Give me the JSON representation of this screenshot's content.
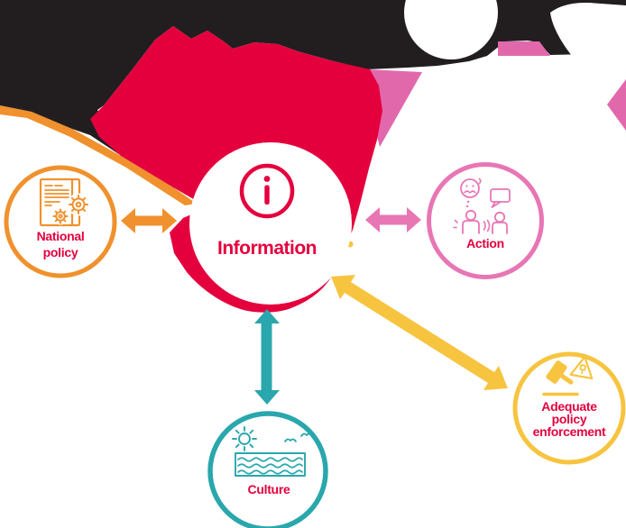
{
  "colors": {
    "black": "#221e20",
    "crimson": "#e4003d",
    "magenta": "#e268ac",
    "orange": "#f0912d",
    "pink": "#e876b5",
    "teal": "#29a7ac",
    "yellow": "#f7c440",
    "white": "#ffffff"
  },
  "center": {
    "id": "information",
    "label": "Information",
    "icon": "info-icon",
    "color": "#e4003d"
  },
  "nodes": [
    {
      "id": "national-policy",
      "label_lines": [
        "National",
        "policy"
      ],
      "icon": "policy-document-gears-icon",
      "color": "#f0912d"
    },
    {
      "id": "action",
      "label_lines": [
        "Action"
      ],
      "icon": "people-communication-icon",
      "color": "#e876b5"
    },
    {
      "id": "culture",
      "label_lines": [
        "Culture"
      ],
      "icon": "sun-and-sea-icon",
      "color": "#29a7ac"
    },
    {
      "id": "adequate-policy-enforcement",
      "label_lines": [
        "Adequate",
        "policy",
        "enforcement"
      ],
      "icon": "gavel-warning-icon",
      "color": "#f7c440"
    }
  ],
  "connections": [
    {
      "from": "information",
      "to": "national-policy",
      "style": "double-headed-arrow",
      "color": "#f0912d"
    },
    {
      "from": "information",
      "to": "action",
      "style": "double-headed-arrow",
      "color": "#e876b5"
    },
    {
      "from": "information",
      "to": "culture",
      "style": "double-headed-arrow",
      "color": "#29a7ac"
    },
    {
      "from": "information",
      "to": "adequate-policy-enforcement",
      "style": "double-headed-arrow",
      "color": "#f7c440"
    }
  ]
}
